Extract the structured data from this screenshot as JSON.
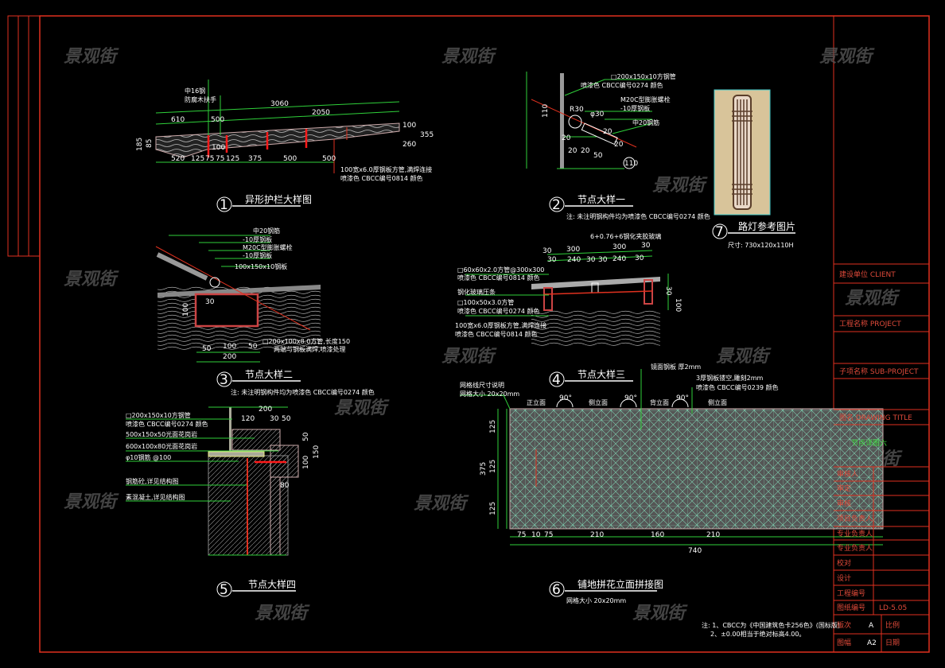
{
  "watermark": "景观街",
  "title_block": {
    "client_label": "建设单位 CLIENT",
    "project_label": "工程名称 PROJECT",
    "subproject_label": "子项名称 SUB-PROJECT",
    "drawing_title_label": "图名 DRAWING TITLE",
    "drawing_title": "节点详图六",
    "rows": [
      "审核人",
      "审定",
      "审核",
      "项目负责人",
      "专业负责人",
      "专业负责人",
      "校对",
      "设计",
      "工程编号"
    ],
    "drawing_no_label": "图纸编号",
    "drawing_no": "LD-5.05",
    "revision_label": "版次",
    "revision": "A",
    "scale_label": "比例",
    "size_label": "图幅",
    "size": "A2",
    "date_label": "日期"
  },
  "details": [
    {
      "num": "1",
      "title": "异形护栏大样图",
      "labels": [
        "中16钢",
        "防腐木扶手",
        "100宽x6.0厚钢板方管,满焊连接",
        "喷漆色 CBCC编号0814 颜色",
        "3060",
        "2050",
        "610",
        "500",
        "520",
        "125",
        "75",
        "75",
        "125",
        "375",
        "500",
        "500",
        "185",
        "85",
        "100",
        "260",
        "355",
        "100"
      ]
    },
    {
      "num": "2",
      "title": "节点大样一",
      "note": "注: 未注明钢构件均为喷漆色 CBCC编号0274 颜色",
      "labels": [
        "□200x150x10方钢管",
        "喷漆色 CBCC编号0274 颜色",
        "M20C型膨胀螺栓",
        "-10厚钢板",
        "中20钢筋",
        "110",
        "φ30",
        "R30",
        "20",
        "20",
        "20",
        "50",
        "20",
        "20",
        "110"
      ]
    },
    {
      "num": "7",
      "title": "路灯参考图片",
      "note": "尺寸: 730x120x110H"
    },
    {
      "num": "3",
      "title": "节点大样二",
      "note": "注: 未注明钢构件均为喷漆色 CBCC编号0274 颜色",
      "labels": [
        "中20钢筋",
        "-10厚钢板",
        "M20C型膨胀螺栓",
        "-10厚钢板",
        "100x150x10钢板",
        "□200x100x8.0方管,长度150",
        "两端与钢板满焊,喷漆处理",
        "50",
        "100",
        "50",
        "200",
        "100",
        "30"
      ]
    },
    {
      "num": "4",
      "title": "节点大样三",
      "labels": [
        "6+0.76+6钢化夹胶玻璃",
        "□60x60x2.0方管@300x300",
        "喷漆色 CBCC编号0814 颜色",
        "钢化玻璃压条",
        "□100x50x3.0方管",
        "喷漆色 CBCC编号0274 颜色",
        "100宽x6.0厚钢板方管,满焊连接",
        "喷漆色 CBCC编号0814 颜色",
        "30",
        "300",
        "300",
        "30",
        "30",
        "240",
        "30",
        "30",
        "240",
        "30",
        "30",
        "100"
      ]
    },
    {
      "num": "5",
      "title": "节点大样四",
      "labels": [
        "□200x150x10方钢管",
        "喷漆色 CBCC编号0274 颜色",
        "500x150x50光面花岗岩",
        "600x100x80光面花岗岩",
        "φ10钢筋 @100",
        "钢筋砼,详见结构图",
        "素混凝土,详见结构图",
        "200",
        "120",
        "30",
        "50",
        "50",
        "100",
        "150",
        "80"
      ]
    },
    {
      "num": "6",
      "title": "铺地拼花立面拼接图",
      "note": "网格大小 20x20mm",
      "labels": [
        "网格线尺寸说明",
        "网格大小 20x20mm",
        "正立面",
        "侧立面",
        "背立面",
        "侧立面",
        "90°",
        "90°",
        "90°",
        "镜面钢板 厚2mm",
        "3厚钢板镂空,雕刻2mm",
        "喷漆色 CBCC编号0239 颜色",
        "125",
        "125",
        "125",
        "375",
        "75",
        "10",
        "75",
        "210",
        "160",
        "210",
        "740"
      ]
    }
  ],
  "notes": [
    "注: 1、CBCC为《中国建筑色卡256色》(国标版)",
    "2、±0.00相当于绝对标高4.00。"
  ]
}
